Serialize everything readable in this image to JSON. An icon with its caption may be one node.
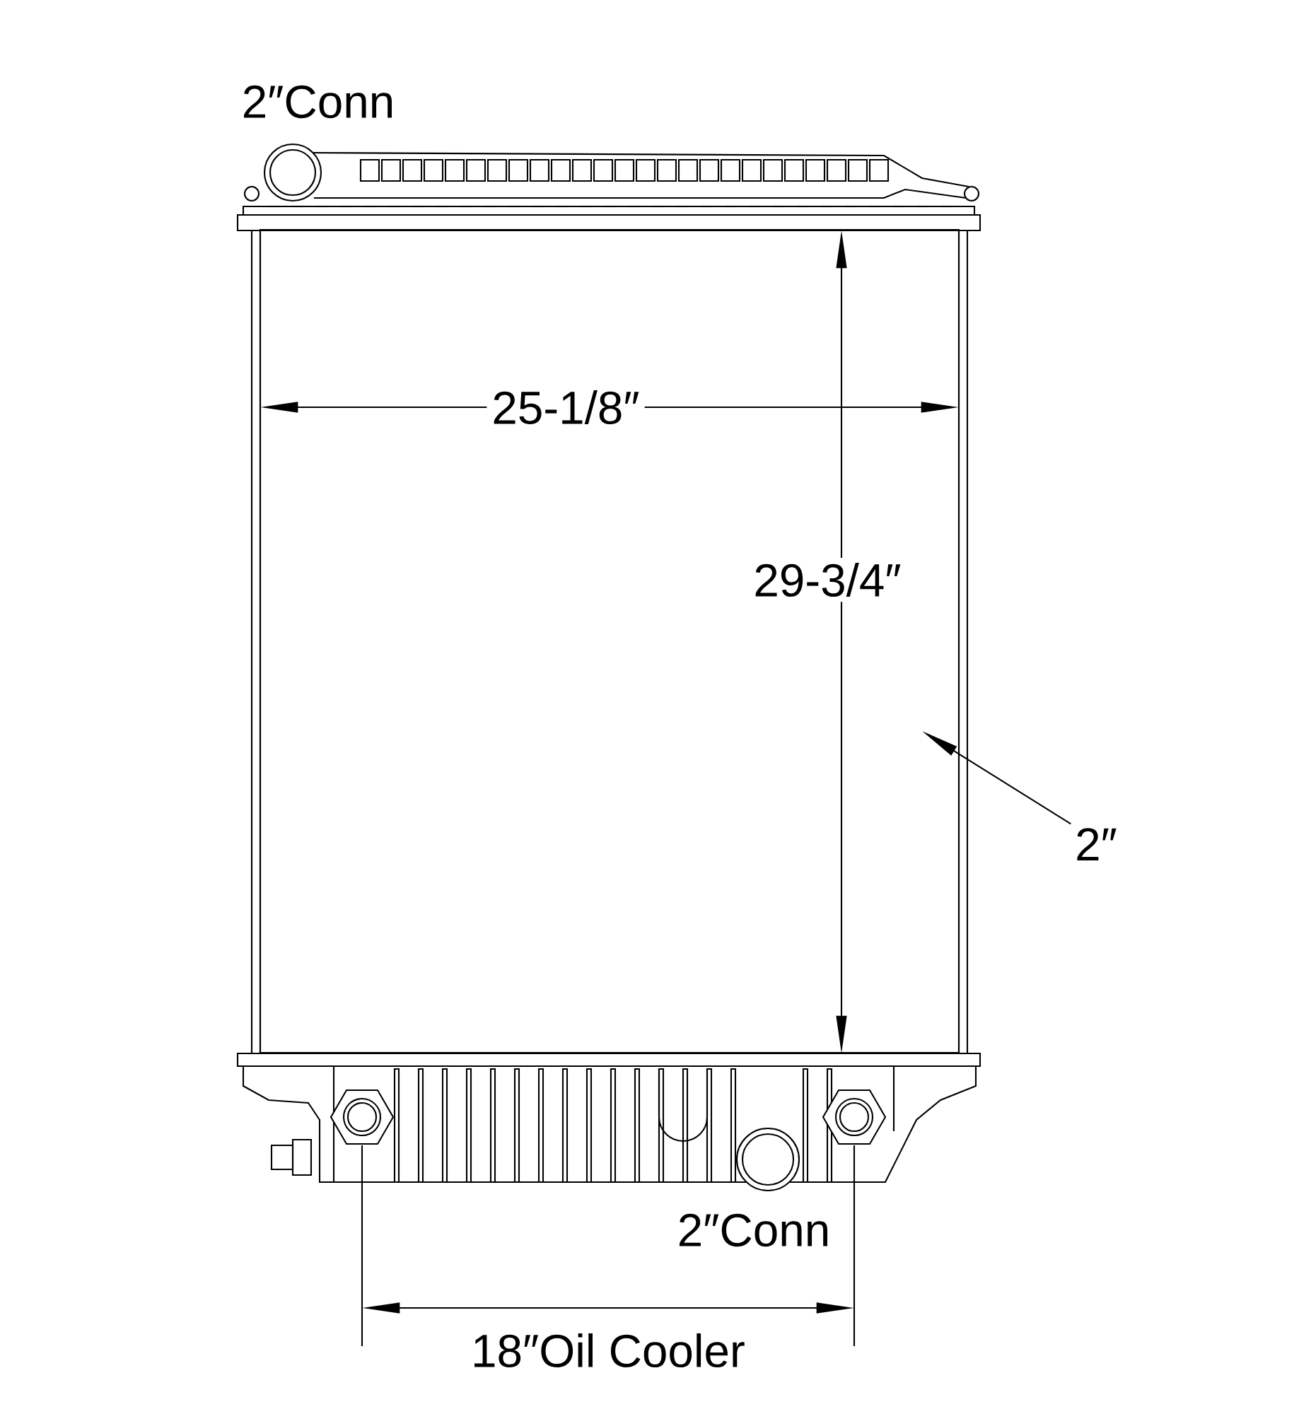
{
  "diagram": {
    "nodes": [
      {
        "text": [
          "2″"
        ]
      },
      {
        "text": [],
        "shape": "box"
      }
    ],
    "edges": [
      {
        "from": 0,
        "to": 1,
        "arrow": "to"
      }
    ],
    "labels": [
      "2″Conn",
      "25-1/8″",
      "29-3/4″",
      "2″Conn",
      "18″Oil Cooler"
    ]
  }
}
